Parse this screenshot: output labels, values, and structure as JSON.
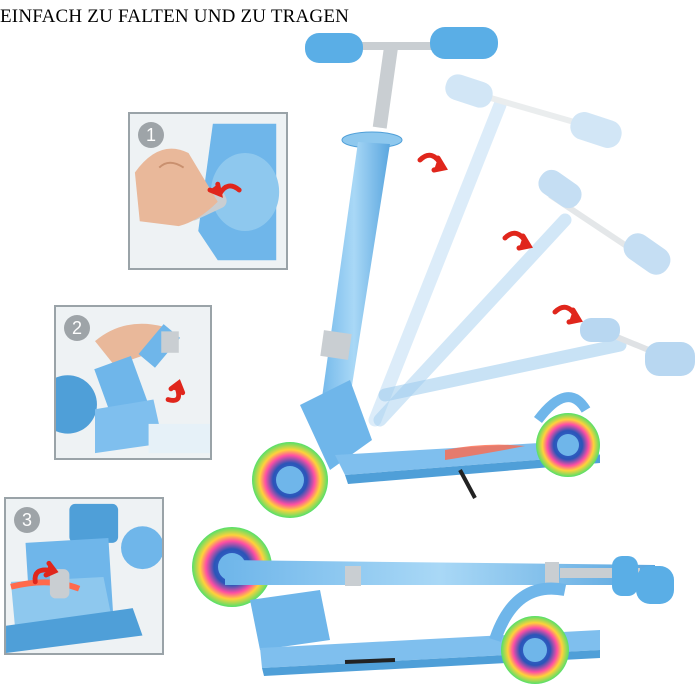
{
  "title": "EINFACH ZU FALTEN UND ZU TRAGEN",
  "steps": [
    {
      "number": "1"
    },
    {
      "number": "2"
    },
    {
      "number": "3"
    }
  ],
  "colors": {
    "scooter_blue": "#8ec8ee",
    "scooter_blue_dark": "#4f9fd8",
    "grip_blue": "#5aaee6",
    "arrow_red": "#e0261c",
    "chrome": "#c9ced2",
    "inset_border": "#9aa3a8",
    "badge_gray": "#9aa0a4"
  },
  "icons": {
    "step_arrow": "curved-arrow-icon",
    "wheel": "light-up-wheel-icon"
  }
}
